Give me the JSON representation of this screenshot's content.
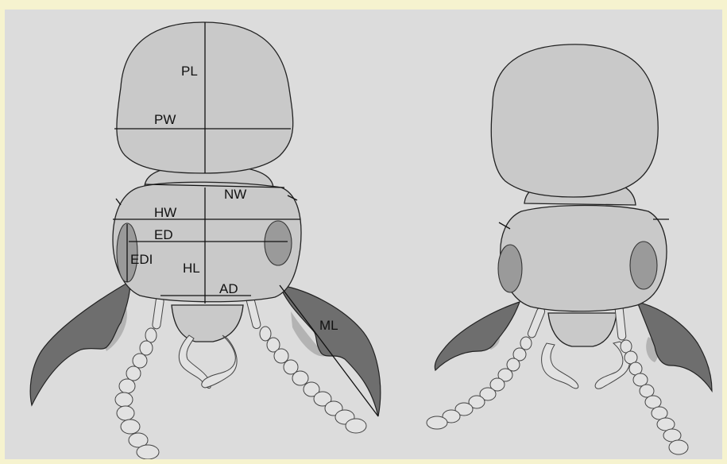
{
  "labels": {
    "pl": "PL",
    "pw": "PW",
    "nw": "NW",
    "hw": "HW",
    "ed": "ED",
    "edi": "EDI",
    "hl": "HL",
    "ad": "AD",
    "ml": "ML"
  },
  "colors": {
    "background": "#dcdcdc",
    "frame": "#f6f3cf",
    "body": "#c9c9c9",
    "mandible": "#6e6e6e",
    "eye": "#9a9a9a",
    "appendage": "#e2e2e2"
  }
}
